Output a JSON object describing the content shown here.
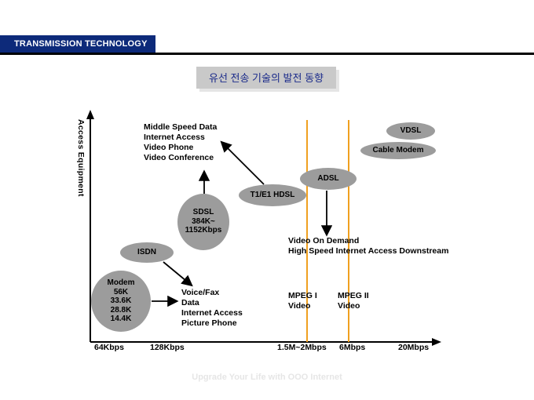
{
  "header": {
    "tab_label": "TRANSMISSION TECHNOLOGY"
  },
  "title": "유선 전송 기술의 발전 동향",
  "y_axis_label": "Access Equipment",
  "x_ticks": [
    "64Kbps",
    "128Kbps",
    "1.5M~2Mbps",
    "6Mbps",
    "20Mbps"
  ],
  "nodes": {
    "vdsl": "VDSL",
    "cable_modem": "Cable Modem",
    "adsl": "ADSL",
    "t1e1": "T1/E1 HDSL",
    "sdsl": [
      "SDSL",
      "384K~",
      "1152Kbps"
    ],
    "isdn": "ISDN",
    "modem": [
      "Modem",
      "56K",
      "33.6K",
      "28.8K",
      "14.4K"
    ]
  },
  "annotations": {
    "middle_speed": [
      "Middle Speed Data",
      "Internet Access",
      "Video Phone",
      "Video Conference"
    ],
    "video_on_demand": [
      "Video On Demand",
      "High Speed Internet Access Downstream"
    ],
    "voice_fax": [
      "Voice/Fax",
      "Data",
      "Internet Access",
      "Picture Phone"
    ],
    "mpeg1": [
      "MPEG I",
      "Video"
    ],
    "mpeg2": [
      "MPEG II",
      "Video"
    ]
  },
  "footer": "Upgrade Your Life with OOO Internet",
  "colors": {
    "header_bg": "#0d2a7a",
    "title_text": "#1a2a8a",
    "ellipse": "#9c9c9c",
    "orange_line": "#f0a020"
  }
}
